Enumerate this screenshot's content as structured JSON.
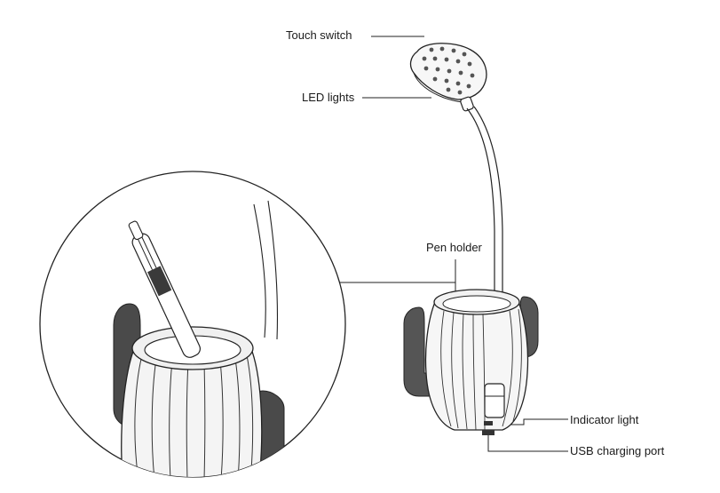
{
  "labels": {
    "touch_switch": "Touch switch",
    "led_lights": "LED lights",
    "pen_holder": "Pen holder",
    "indicator_light": "Indicator light",
    "usb_charging_port": "USB charging port"
  },
  "colors": {
    "line": "#222222",
    "dark_fill": "#4a4a4a",
    "light_fill": "#f2f2f2",
    "background": "#ffffff"
  }
}
